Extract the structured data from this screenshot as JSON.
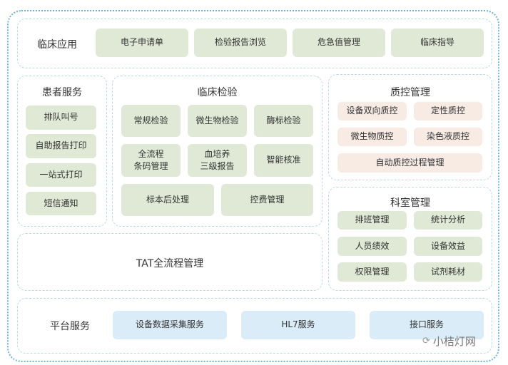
{
  "clinical_app": {
    "title": "临床应用",
    "items": [
      "电子申请单",
      "检验报告浏览",
      "危急值管理",
      "临床指导"
    ]
  },
  "patient_service": {
    "title": "患者服务",
    "items": [
      "排队叫号",
      "自助报告打印",
      "一站式打印",
      "短信通知"
    ]
  },
  "clinical_lab": {
    "title": "临床检验",
    "items": [
      "常规检验",
      "微生物检验",
      "酶标检验",
      "全流程\n条码管理",
      "血培养\n三级报告",
      "智能核准",
      "标本后处理",
      "控费管理"
    ]
  },
  "tat": {
    "title": "TAT全流程管理"
  },
  "qc": {
    "title": "质控管理",
    "items": [
      "设备双向质控",
      "定性质控",
      "微生物质控",
      "染色液质控",
      "自动质控过程管理"
    ]
  },
  "dept": {
    "title": "科室管理",
    "items": [
      "排班管理",
      "统计分析",
      "人员绩效",
      "设备效益",
      "权限管理",
      "试剂耗材"
    ]
  },
  "platform": {
    "title": "平台服务",
    "items": [
      "设备数据采集服务",
      "HL7服务",
      "接口服务"
    ]
  },
  "watermark": {
    "text": "小桔灯网"
  },
  "colors": {
    "green": "#dfe9d5",
    "pink": "#f7ebe4",
    "blue": "#d9ecf8",
    "border": "#6bb7d8"
  }
}
